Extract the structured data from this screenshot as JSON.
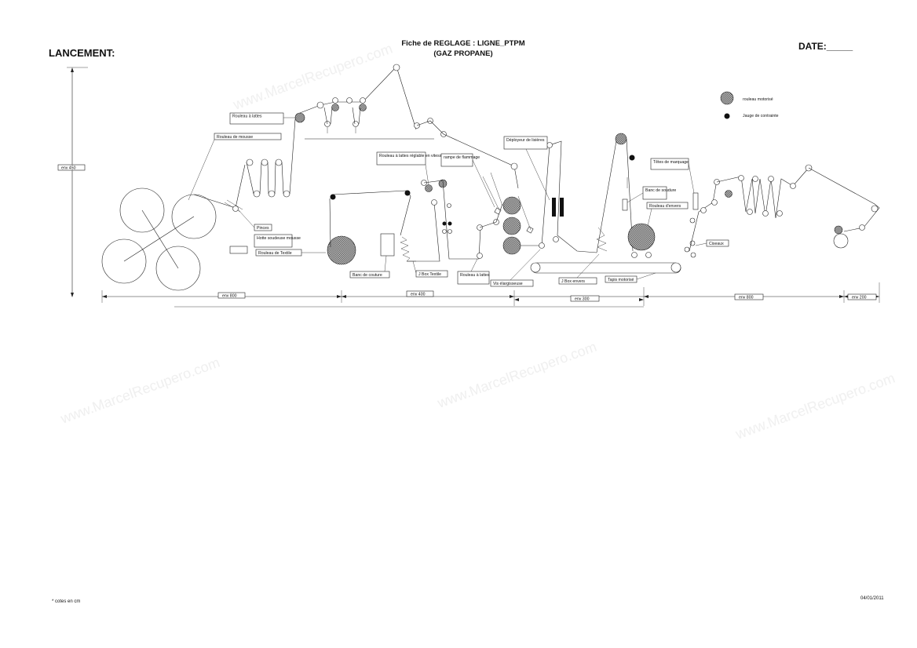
{
  "header": {
    "lancement": "LANCEMENT:",
    "title_line1": "Fiche de REGLAGE : LIGNE_PTPM",
    "title_line2": "(GAZ PROPANE)",
    "date": "DATE:_____"
  },
  "legend": {
    "motorised": "rouleau motorisé",
    "gauge": "Jauge de contrainte"
  },
  "labels": {
    "rouleau_lattes": "Rouleau à lattes",
    "rouleau_mousse": "Rouleau de mousse",
    "pinces": "Pinces",
    "hotte": "Hotte soudeuse mousse",
    "rouleau_textile": "Rouleau de Textile",
    "banc_couture": "Banc de couture",
    "j_box_textile": "J Box Textile",
    "rouleau_lattes_reglable": "Rouleau à lattes réglable en vitesse",
    "rampe": "rampe de flammage",
    "rouleau_lattes_2": "Rouleau à lattes",
    "vis": "Vis élargisseuse",
    "deployeur": "Déployeur de lisières",
    "j_box_envers": "J Box envers",
    "tapis": "Tapis motorisé",
    "banc_soudure": "Banc de soudure",
    "rouleau_envers": "Rouleau d'envers",
    "tetes": "Têtes de marquage",
    "ciseaux": "Ciseaux"
  },
  "dimensions": {
    "height": "env 450",
    "seg1": "env 800",
    "seg2": "env 400",
    "seg3": "env 300",
    "seg4": "env 800",
    "seg5": "env 200"
  },
  "footer": {
    "note": "* cotes en cm",
    "date": "04/01/2011"
  }
}
